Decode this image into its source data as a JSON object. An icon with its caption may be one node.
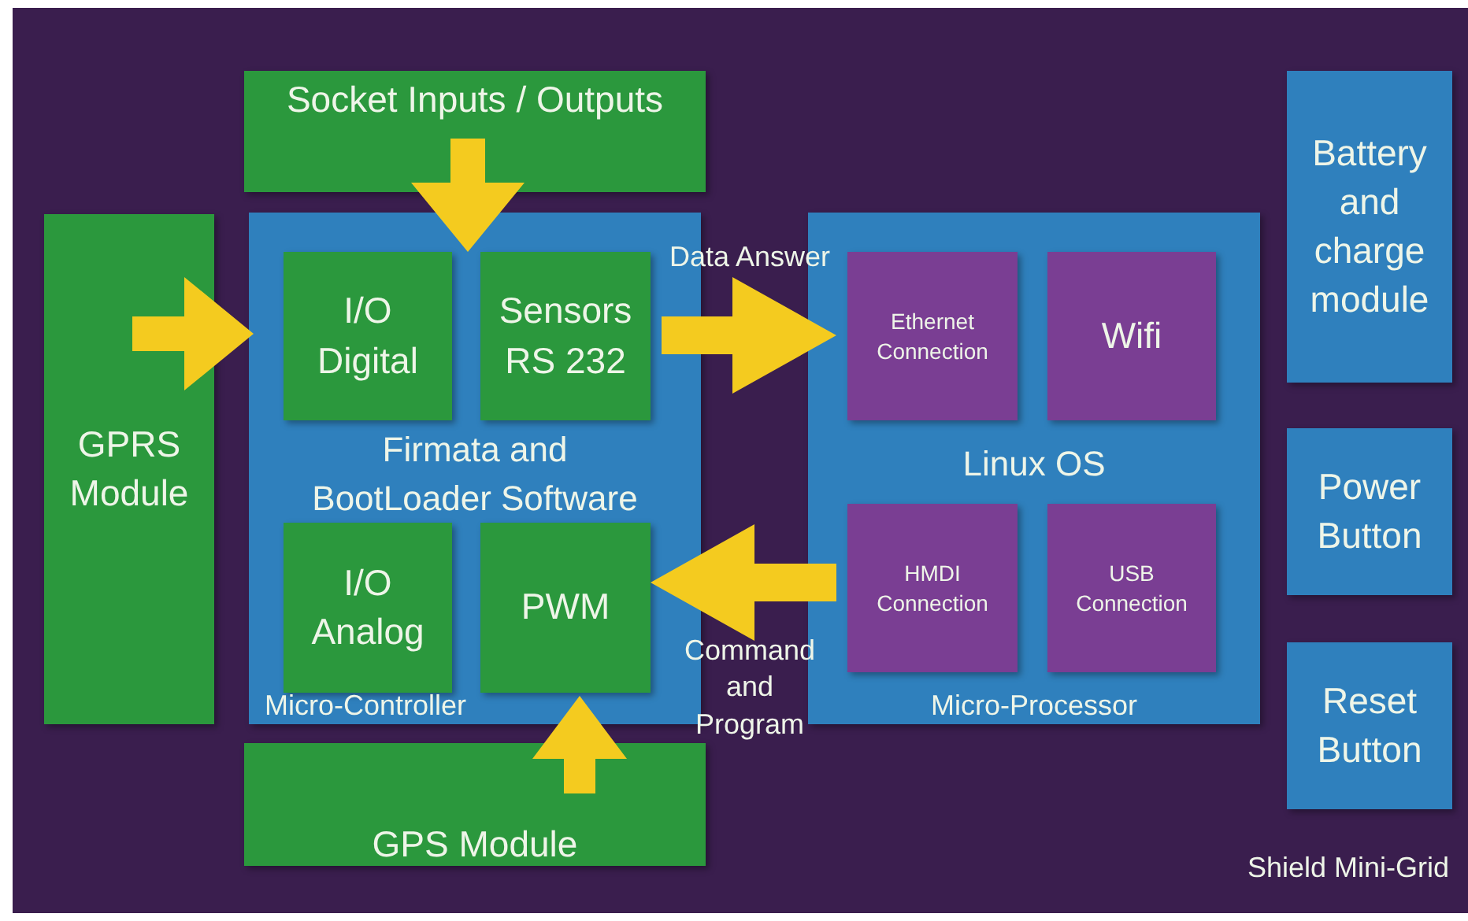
{
  "diagram": {
    "nodes": [
      {
        "text": [
          "Shield Mini-Grid"
        ]
      },
      {
        "text": [
          "Socket Inputs / Outputs"
        ],
        "in": 0
      },
      {
        "text": [
          "GPRS Module"
        ],
        "in": 0
      },
      {
        "text": [
          "Firmata and BootLoader Software",
          "Micro-Controller"
        ],
        "in": 0
      },
      {
        "text": [
          "I/O Digital"
        ],
        "in": 3
      },
      {
        "text": [
          "Sensors RS 232"
        ],
        "in": 3
      },
      {
        "text": [
          "I/O Analog"
        ],
        "in": 3
      },
      {
        "text": [
          "PWM"
        ],
        "in": 3
      },
      {
        "text": [
          "GPS Module"
        ],
        "in": 0
      },
      {
        "text": [
          "Linux OS",
          "Micro-Processor"
        ],
        "in": 0
      },
      {
        "text": [
          "Ethernet Connection"
        ],
        "in": 9
      },
      {
        "text": [
          "Wifi"
        ],
        "in": 9
      },
      {
        "text": [
          "HMDI Connection"
        ],
        "in": 9
      },
      {
        "text": [
          "USB Connection"
        ],
        "in": 9
      },
      {
        "text": [
          "Battery and charge module"
        ],
        "in": 0
      },
      {
        "text": [
          "Power Button"
        ],
        "in": 0
      },
      {
        "text": [
          "Reset Button"
        ],
        "in": 0
      }
    ],
    "edges": [
      {
        "from": 1,
        "to": 3,
        "arrow": "to"
      },
      {
        "from": 2,
        "to": 3,
        "arrow": "to"
      },
      {
        "from": 5,
        "to": 10,
        "arrow": "to",
        "label": "Data Answer"
      },
      {
        "from": 9,
        "to": 7,
        "arrow": "to",
        "label": "Command and Program"
      },
      {
        "from": 8,
        "to": 7,
        "arrow": "to"
      }
    ]
  }
}
